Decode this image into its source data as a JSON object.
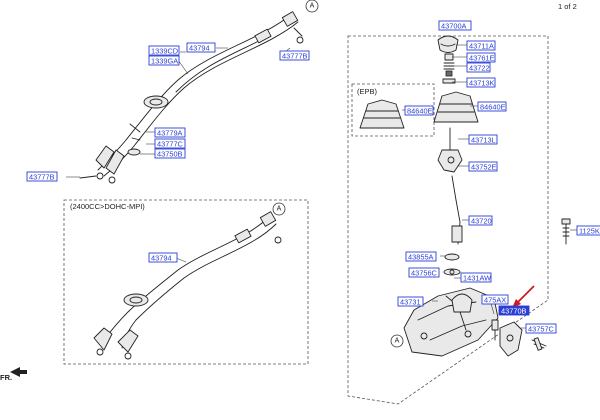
{
  "page": {
    "indicator": "1 of 2"
  },
  "sections": {
    "engine_variant": "(2400CC>DOHC-MPI)",
    "epb_variant": "(EPB)",
    "reference": "A"
  },
  "front_label": "FR.",
  "colors": {
    "callout": "#2b3fd6",
    "highlight": "#2b3fd6",
    "arrow": "#d0191b"
  },
  "callouts": [
    {
      "id": "c-43700A",
      "label": "43700A"
    },
    {
      "id": "c-43711A",
      "label": "43711A"
    },
    {
      "id": "c-43761E",
      "label": "43761E"
    },
    {
      "id": "c-43722",
      "label": "43722"
    },
    {
      "id": "c-43713K",
      "label": "43713K"
    },
    {
      "id": "c-84640E-a",
      "label": "84640E"
    },
    {
      "id": "c-84640E-b",
      "label": "84640E"
    },
    {
      "id": "c-43713L",
      "label": "43713L"
    },
    {
      "id": "c-43752E",
      "label": "43752E"
    },
    {
      "id": "c-43720",
      "label": "43720"
    },
    {
      "id": "c-1125K",
      "label": "1125K"
    },
    {
      "id": "c-43855A",
      "label": "43855A"
    },
    {
      "id": "c-43756C",
      "label": "43756C"
    },
    {
      "id": "c-1431AW",
      "label": "1431AW"
    },
    {
      "id": "c-43731",
      "label": "43731"
    },
    {
      "id": "c-475AX",
      "label": "475AX"
    },
    {
      "id": "c-43757C",
      "label": "43757C"
    },
    {
      "id": "c-highlight",
      "label": "43770B"
    },
    {
      "id": "c-1339CD",
      "label": "1339CD"
    },
    {
      "id": "c-1339GA",
      "label": "1339GA"
    },
    {
      "id": "c-43794-a",
      "label": "43794"
    },
    {
      "id": "c-43777B-a",
      "label": "43777B"
    },
    {
      "id": "c-43779A",
      "label": "43779A"
    },
    {
      "id": "c-43777C",
      "label": "43777C"
    },
    {
      "id": "c-43750B",
      "label": "43750B"
    },
    {
      "id": "c-43777B-b",
      "label": "43777B"
    },
    {
      "id": "c-43794-b",
      "label": "43794"
    }
  ]
}
